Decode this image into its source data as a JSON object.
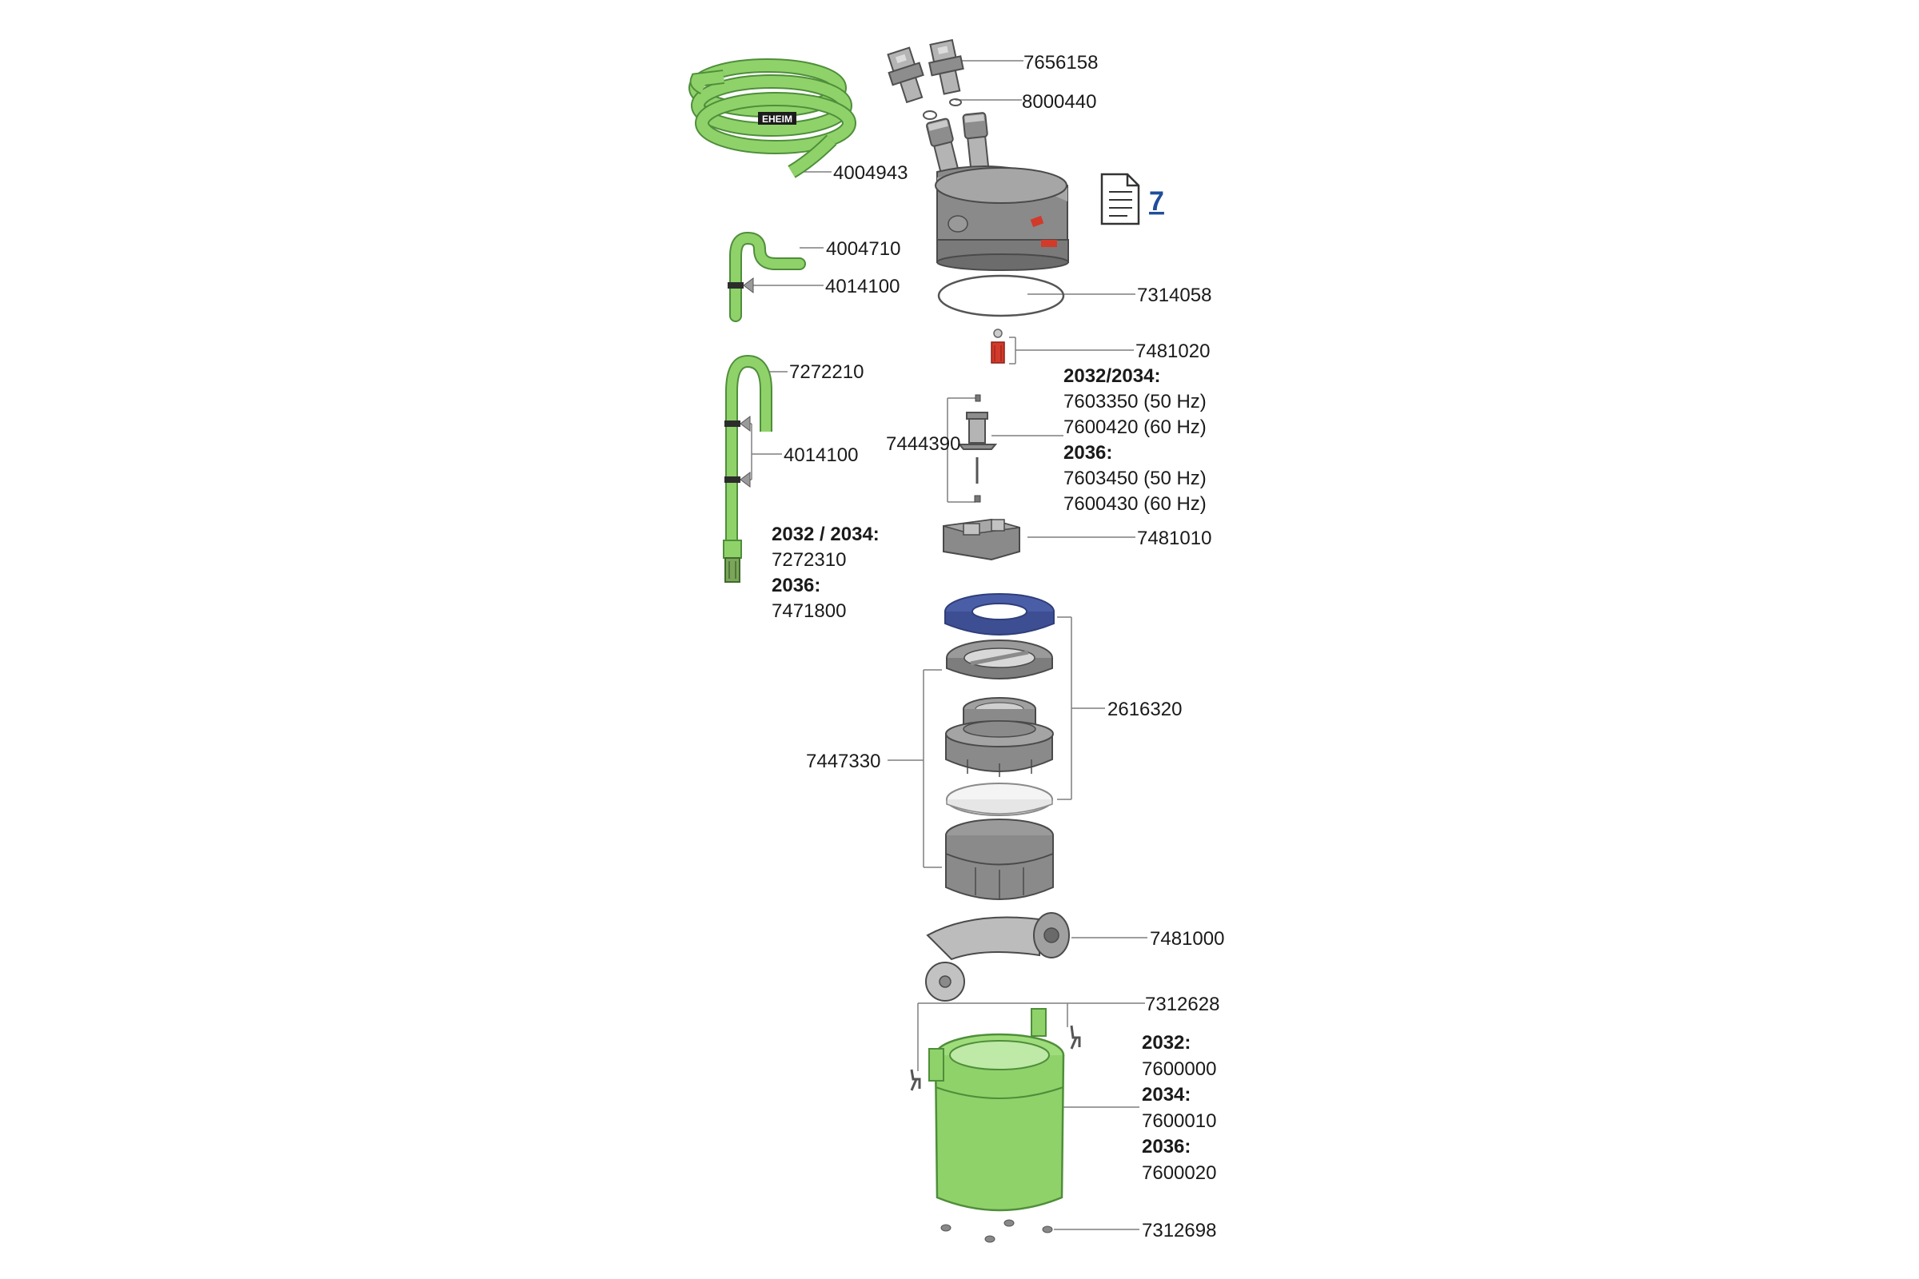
{
  "link": {
    "label": "7"
  },
  "parts": {
    "p7656158": "7656158",
    "p8000440": "8000440",
    "p4004943": "4004943",
    "p4004710": "4004710",
    "p4014100a": "4014100",
    "p7314058": "7314058",
    "p7481020": "7481020",
    "p7272210": "7272210",
    "p4014100b": "4014100",
    "p7444390": "7444390",
    "pump_models_a": "2032/2034:",
    "p7603350": "7603350 (50 Hz)",
    "p7600420": "7600420 (60 Hz)",
    "pump_models_b": "2036:",
    "p7603450": "7603450 (50 Hz)",
    "p7600430": "7600430 (60 Hz)",
    "p7481010": "7481010",
    "intake_models_a": "2032 / 2034:",
    "p7272310": "7272310",
    "intake_models_b": "2036:",
    "p7471800": "7471800",
    "p2616320": "2616320",
    "p7447330": "7447330",
    "p7481000": "7481000",
    "p7312628": "7312628",
    "canister_a": "2032:",
    "p7600000": "7600000",
    "canister_b": "2034:",
    "p7600010": "7600010",
    "canister_c": "2036:",
    "p7600020": "7600020",
    "p7312698": "7312698",
    "hose_brand": "EHEIM"
  },
  "colors": {
    "hose_green": "#8fd26a",
    "canister_green": "#8fd26a",
    "sponge_blue": "#4a5ea8",
    "latch_red": "#d23a2a",
    "link_blue": "#1f4e9a"
  },
  "icons": {
    "document": "document-icon"
  }
}
